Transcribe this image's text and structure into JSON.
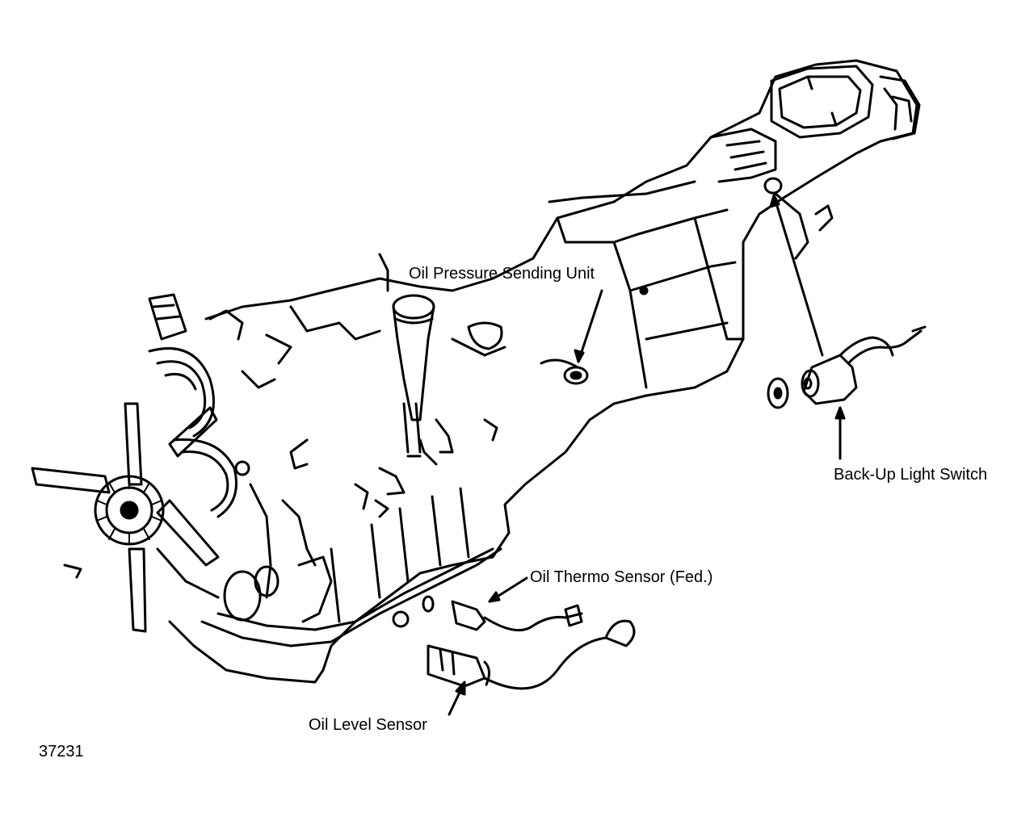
{
  "labels": {
    "oil_pressure_sending_unit": "Oil Pressure Sending Unit",
    "back_up_light_switch": "Back-Up Light Switch",
    "oil_thermo_sensor": "Oil Thermo Sensor (Fed.)",
    "oil_level_sensor": "Oil Level Sensor"
  },
  "figure_number": "37231",
  "colors": {
    "line": "#000000",
    "background": "#ffffff"
  }
}
